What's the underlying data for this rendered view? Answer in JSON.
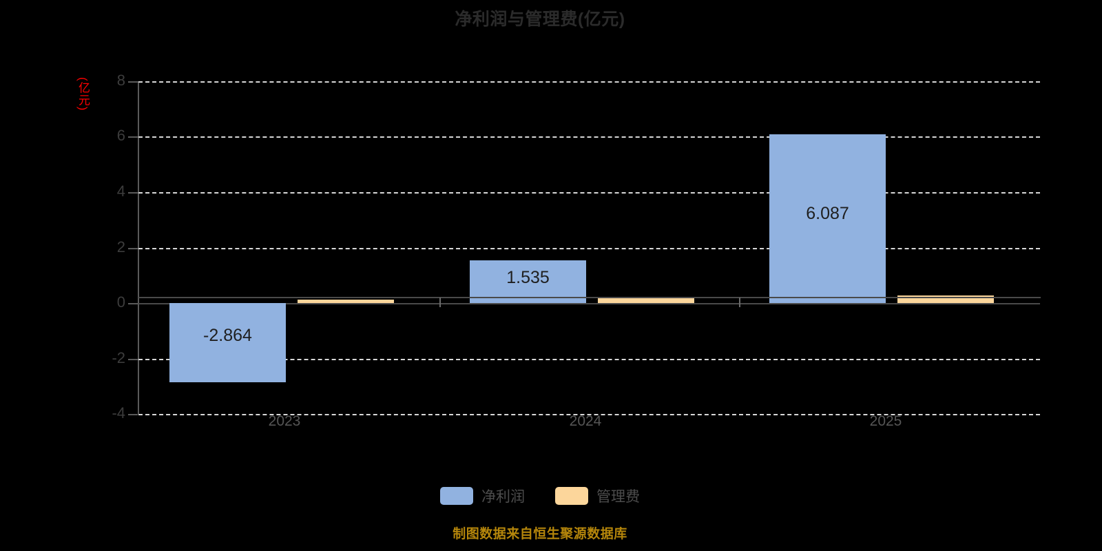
{
  "chart_data": {
    "type": "bar",
    "title": "净利润与管理费(亿元)",
    "xlabel": "",
    "ylabel": "(亿元)",
    "categories": [
      "2023",
      "2024",
      "2025"
    ],
    "series": [
      {
        "name": "净利润",
        "color": "#91b2e0",
        "values": [
          -2.864,
          1.535,
          6.087
        ],
        "labels": [
          "-2.864",
          "1.535",
          "6.087"
        ]
      },
      {
        "name": "管理费",
        "color": "#fcd69b",
        "values": [
          0.13,
          0.21,
          0.27
        ],
        "labels": [
          "",
          "",
          ""
        ]
      }
    ],
    "ylim": [
      -4,
      8
    ],
    "yticks": [
      "8",
      "6",
      "4",
      "2",
      "0",
      "-2",
      "-4"
    ],
    "ytick_values": [
      8,
      6,
      4,
      2,
      0,
      -2,
      -4
    ],
    "grid": true,
    "grid_style": "dashed-horizontal",
    "legend_position": "bottom"
  },
  "legend": {
    "items": [
      {
        "label": "净利润",
        "color": "#91b2e0"
      },
      {
        "label": "管理费",
        "color": "#fcd69b"
      }
    ]
  },
  "footer": {
    "watermark": "制图数据来自恒生聚源数据库"
  },
  "colors": {
    "background": "#000000",
    "net_profit": "#91b2e0",
    "management_fee": "#fcd69b",
    "axis": "#4a4a4a",
    "grid": "#d8d8d8",
    "ylabel_red": "#ff0000",
    "watermark_gold": "#b5860b"
  }
}
